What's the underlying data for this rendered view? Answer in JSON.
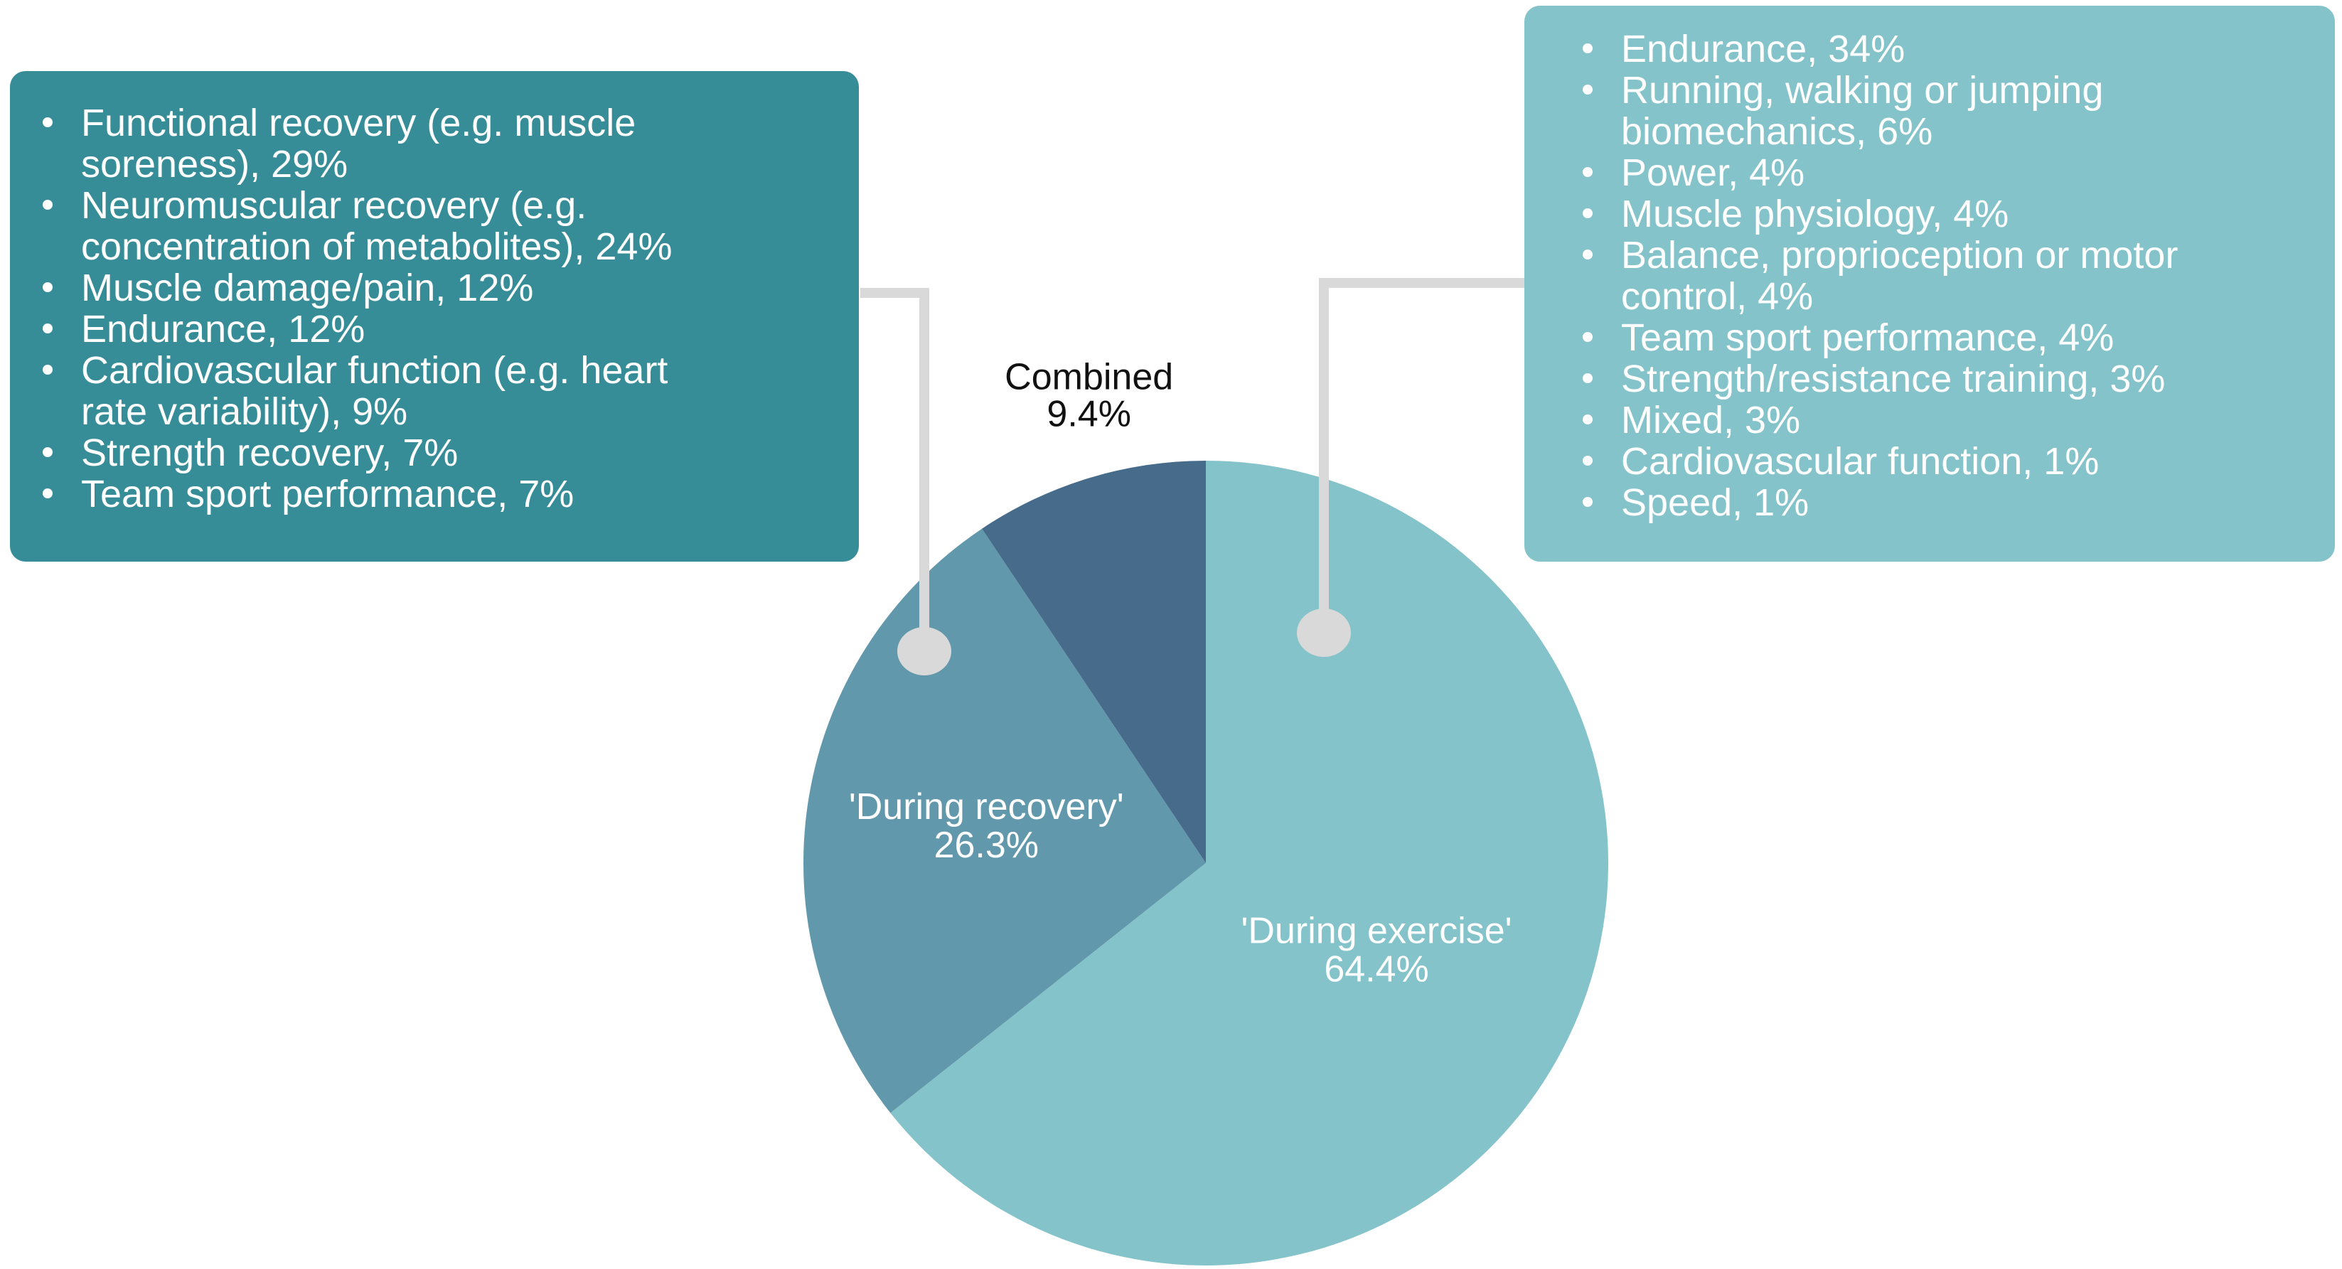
{
  "chart_data": {
    "type": "pie",
    "start_angle_deg": 0,
    "direction": "clockwise",
    "slices": [
      {
        "label": "'During exercise'",
        "value": 64.4,
        "value_label": "64.4%",
        "color": "#84c3c9"
      },
      {
        "label": "'During recovery'",
        "value": 26.3,
        "value_label": "26.3%",
        "color": "#6298ab"
      },
      {
        "label": "Combined",
        "value": 9.4,
        "value_label": "9.4%",
        "color": "#476b8a"
      }
    ],
    "annotations": [
      {
        "slice": "'During recovery'",
        "color": "#368d98",
        "items": [
          [
            "Functional recovery (e.g. muscle",
            "soreness), 29%"
          ],
          [
            "Neuromuscular recovery (e.g.",
            "concentration of metabolites), 24%"
          ],
          [
            "Muscle damage/pain, 12%"
          ],
          [
            "Endurance, 12%"
          ],
          [
            "Cardiovascular function (e.g. heart",
            "rate variability), 9%"
          ],
          [
            "Strength recovery, 7%"
          ],
          [
            "Team sport performance, 7%"
          ]
        ]
      },
      {
        "slice": "'During exercise'",
        "color": "#84c3c9",
        "items": [
          [
            "Endurance, 34%"
          ],
          [
            "Running, walking or jumping",
            "biomechanics, 6%"
          ],
          [
            "Power, 4%"
          ],
          [
            "Muscle physiology, 4%"
          ],
          [
            "Balance, proprioception or motor",
            "control, 4%"
          ],
          [
            "Team sport performance, 4%"
          ],
          [
            "Strength/resistance training, 3%"
          ],
          [
            "Mixed, 3%"
          ],
          [
            "Cardiovascular function, 1%"
          ],
          [
            "Speed, 1%"
          ]
        ]
      }
    ],
    "connector_color": "#d9d9d9"
  }
}
